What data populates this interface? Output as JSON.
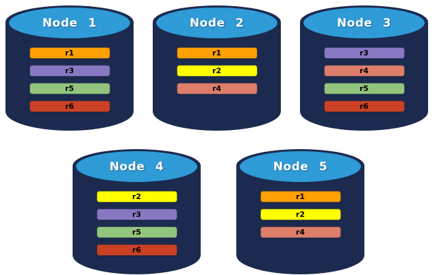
{
  "diagram": {
    "background_color": "#ffffff",
    "node_body_color": "#1B2A4E",
    "node_top_color": "#2F9BD7",
    "replica_colors": {
      "r1": "#FFA005",
      "r2": "#FFFF00",
      "r3": "#8878C3",
      "r4": "#DD7E6B",
      "r5": "#93C47D",
      "r6": "#CB4125"
    },
    "rows": [
      {
        "nodes": [
          {
            "label": "Node 1",
            "replicas": [
              "r1",
              "r3",
              "r5",
              "r6"
            ]
          },
          {
            "label": "Node 2",
            "replicas": [
              "r1",
              "r2",
              "r4"
            ]
          },
          {
            "label": "Node 3",
            "replicas": [
              "r3",
              "r4",
              "r5",
              "r6"
            ]
          }
        ]
      },
      {
        "nodes": [
          {
            "label": "Node 4",
            "replicas": [
              "r2",
              "r3",
              "r5",
              "r6"
            ]
          },
          {
            "label": "Node 5",
            "replicas": [
              "r1",
              "r2",
              "r4"
            ]
          }
        ]
      }
    ]
  }
}
